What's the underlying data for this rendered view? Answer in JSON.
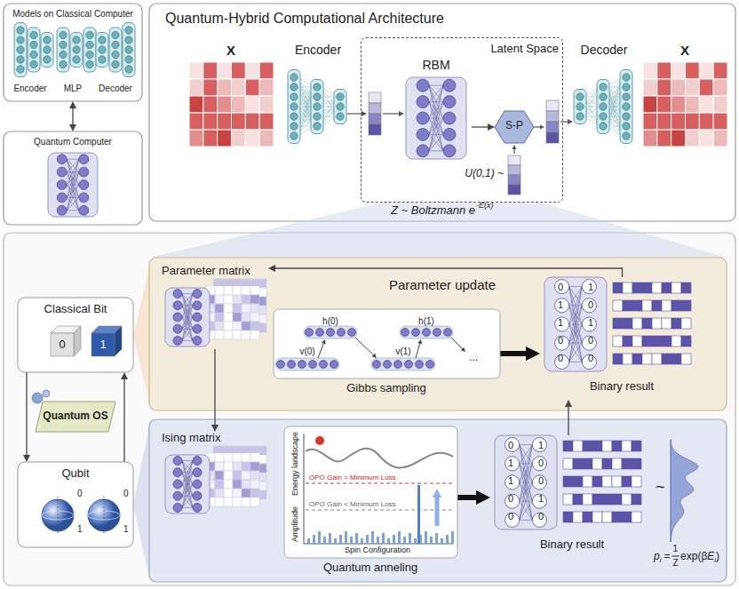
{
  "diagram": {
    "nodes": [
      {
        "text": [
          "Models on Classical Computer",
          "Encoder",
          "MLP",
          "Decoder"
        ]
      },
      {
        "text": [
          "Quantum Computer"
        ]
      },
      {
        "text": [
          "Quantum-Hybrid Computational Architecture"
        ]
      },
      {
        "text": [
          "X"
        ],
        "in": 2
      },
      {
        "text": [
          "Encoder"
        ],
        "in": 2
      },
      {
        "text": [
          "Latent Space",
          "U(0,1) ~"
        ],
        "in": 2
      },
      {
        "text": [
          "RBM"
        ],
        "in": 5
      },
      {
        "text": [
          "S-P"
        ],
        "in": 5
      },
      {
        "text": [
          "Decoder"
        ],
        "in": 2
      },
      {
        "text": [
          "X"
        ],
        "in": 2
      },
      {
        "text": [
          "Classical Bit",
          "0",
          "1"
        ]
      },
      {
        "text": [
          "Quantum OS"
        ]
      },
      {
        "text": [
          "Qubit",
          "0",
          "1",
          "0",
          "1"
        ]
      },
      {
        "text": [
          "Parameter update"
        ]
      },
      {
        "text": [
          "Parameter matrix"
        ],
        "in": 13
      },
      {
        "text": [
          "h(0)",
          "h(1)",
          "v(0)",
          "v(1)",
          "...",
          "Gibbs sampling"
        ],
        "in": 13
      },
      {
        "text": [
          "0",
          "1",
          "1",
          "0",
          "0",
          "1",
          "0",
          "1",
          "0",
          "0",
          "Binary result"
        ],
        "in": 13
      },
      {
        "text": [
          "Ising matrix"
        ]
      },
      {
        "text": [
          "Energy landscape",
          "OPO Gain = Minimum Loss",
          "OPO Gain < Minimum Loss",
          "Amplitude",
          "Spin Configuration",
          "Quantum anneling"
        ]
      },
      {
        "text": [
          "0",
          "1",
          "1",
          "0",
          "0",
          "1",
          "0",
          "0",
          "1",
          "0",
          "Binary result"
        ]
      }
    ],
    "edges": [
      {
        "from": 0,
        "to": 1,
        "arrow": "both"
      },
      {
        "from": 6,
        "to": 7,
        "arrow": "to"
      },
      {
        "from": 10,
        "to": 12,
        "arrow": "to"
      },
      {
        "from": 12,
        "to": 10,
        "arrow": "to"
      },
      {
        "from": 16,
        "to": 14,
        "arrow": "to"
      },
      {
        "from": 14,
        "to": 17,
        "arrow": "to"
      },
      {
        "from": 15,
        "to": 16,
        "arrow": "to"
      },
      {
        "from": 18,
        "to": 19,
        "arrow": "to"
      },
      {
        "from": 19,
        "to": 16,
        "arrow": "to"
      }
    ],
    "labels": [
      "Z ~ Boltzmann e",
      "-E(x)",
      "~",
      "p",
      "i",
      "=",
      "1",
      "Z",
      "exp(β",
      "E",
      "i",
      ")"
    ]
  }
}
